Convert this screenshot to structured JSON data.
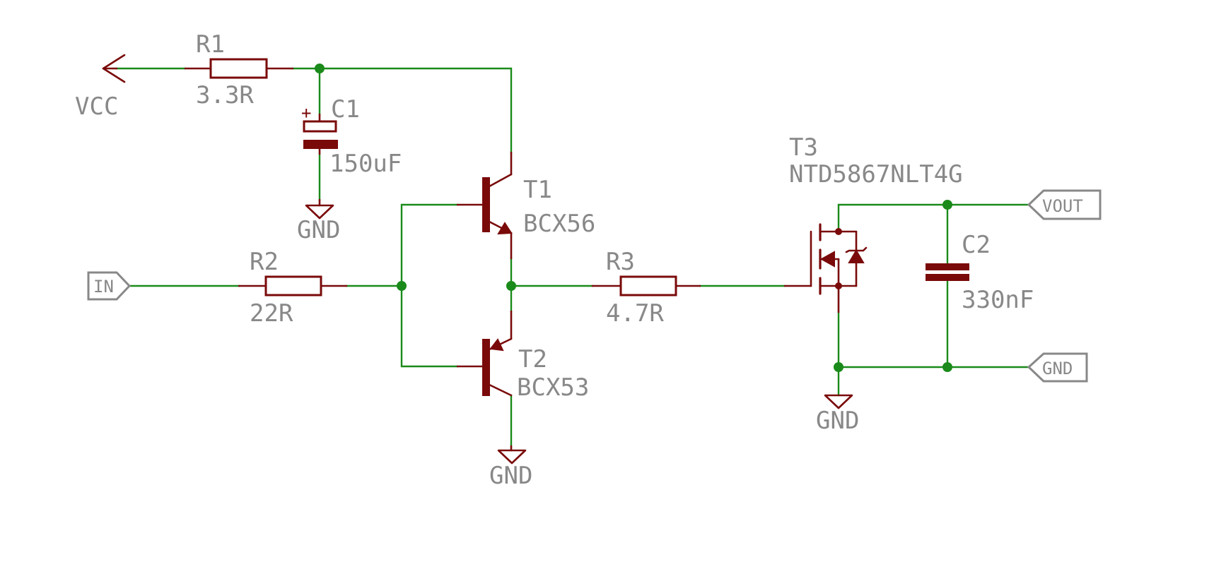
{
  "components": {
    "r1": {
      "ref": "R1",
      "value": "3.3R"
    },
    "r2": {
      "ref": "R2",
      "value": "22R"
    },
    "r3": {
      "ref": "R3",
      "value": "4.7R"
    },
    "c1": {
      "ref": "C1",
      "value": "150uF",
      "polarity": "+"
    },
    "c2": {
      "ref": "C2",
      "value": "330nF"
    },
    "t1": {
      "ref": "T1",
      "value": "BCX56"
    },
    "t2": {
      "ref": "T2",
      "value": "BCX53"
    },
    "t3": {
      "ref": "T3",
      "value": "NTD5867NLT4G"
    }
  },
  "nets": {
    "vcc": "VCC",
    "gnd": "GND"
  },
  "ports": {
    "in": "IN",
    "vout": "VOUT",
    "gnd": "GND"
  },
  "colors": {
    "wire": "#1a8a1a",
    "symbol": "#7a0a0a",
    "label": "#888888"
  }
}
